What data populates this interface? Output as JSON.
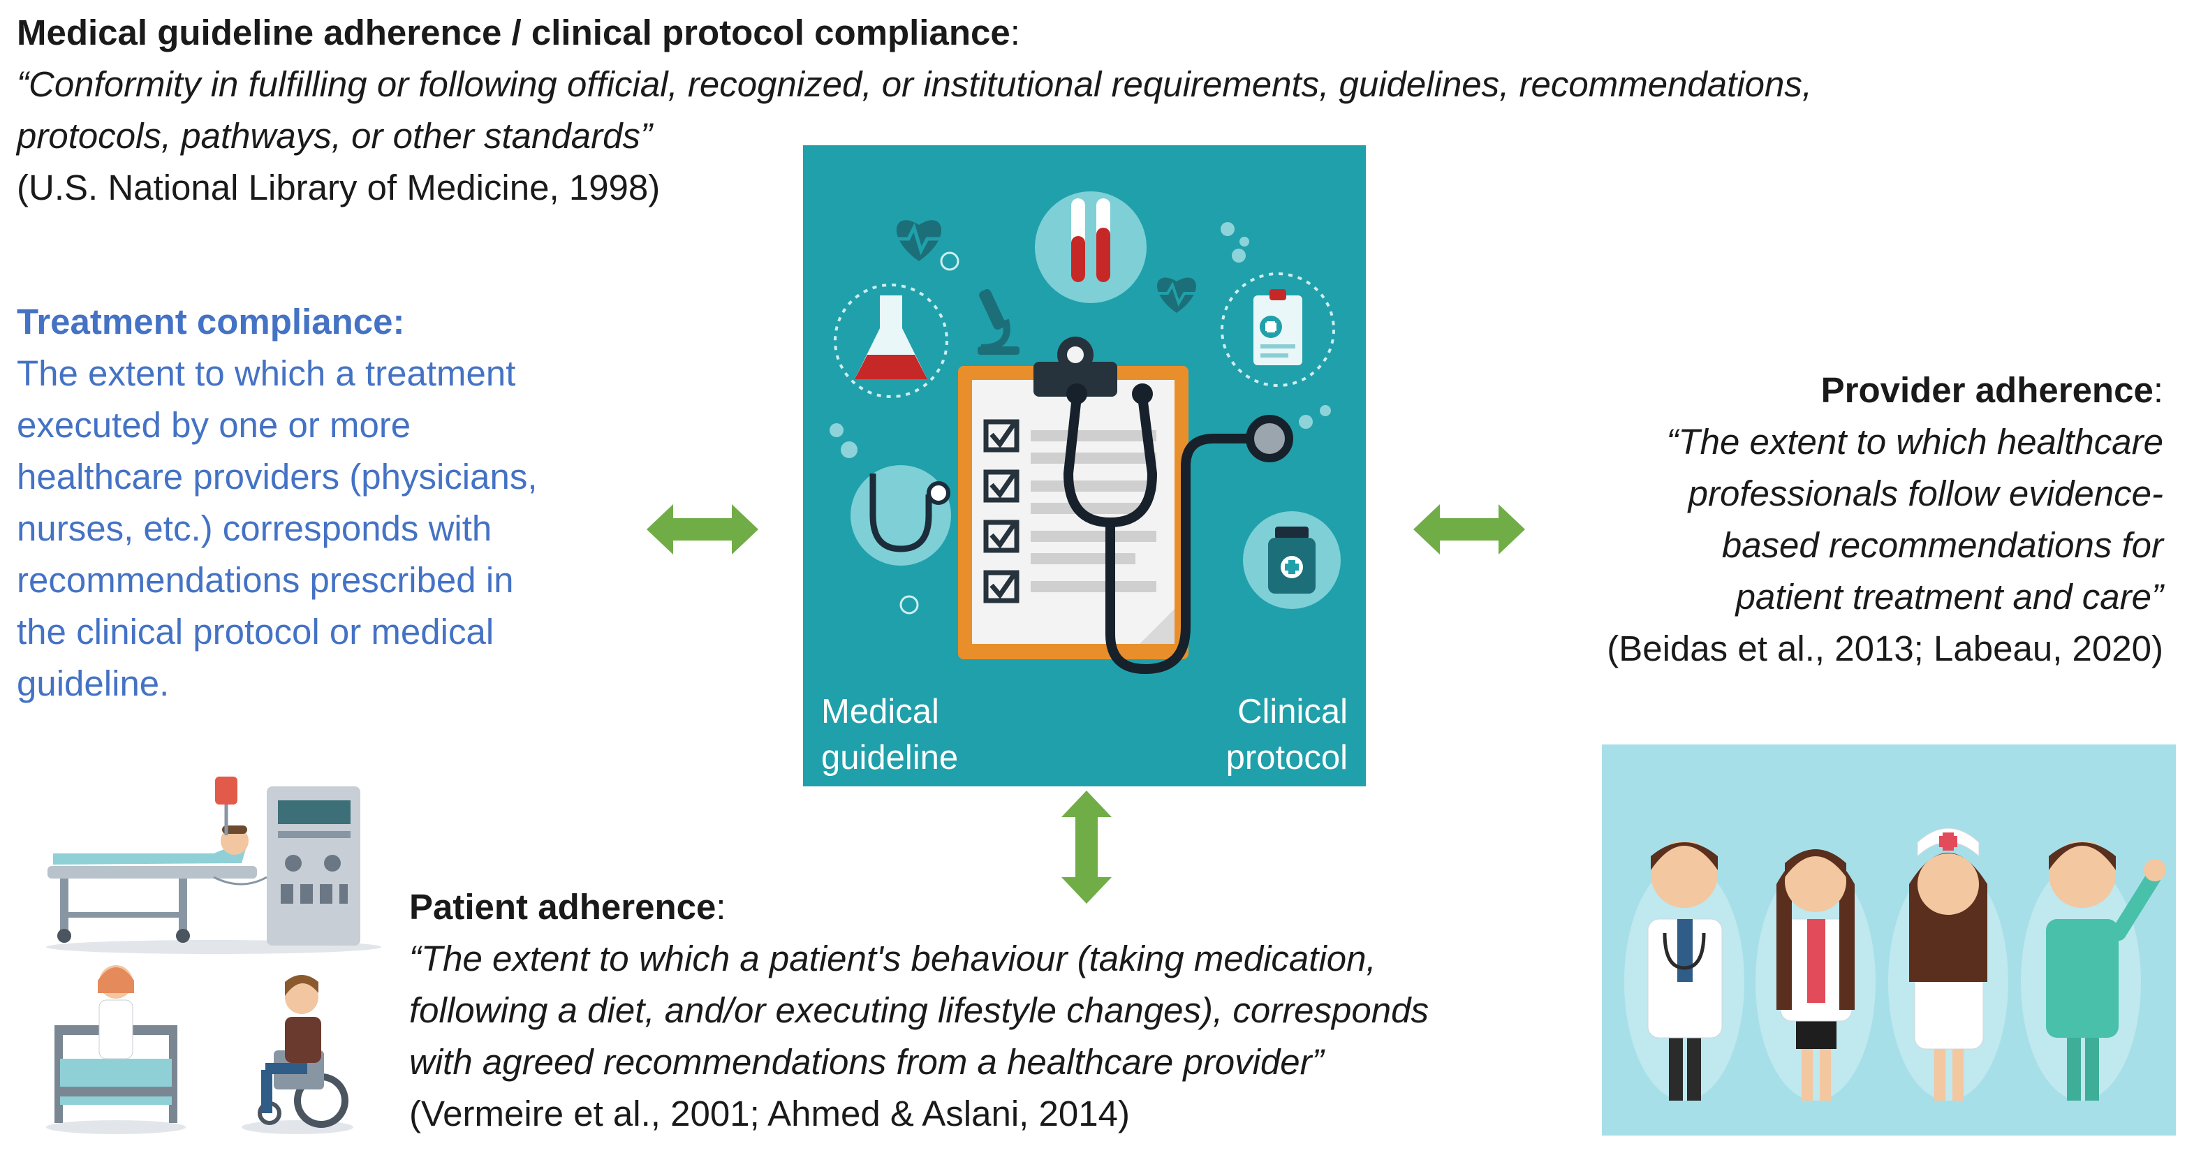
{
  "top": {
    "heading": "Medical guideline adherence / clinical protocol compliance",
    "heading_colon": ":",
    "quote_line1": "“Conformity in fulfilling or following official, recognized, or institutional requirements, guidelines, recommendations,",
    "quote_line2": "protocols, pathways, or other standards”",
    "citation": "(U.S. National Library of Medicine, 1998)"
  },
  "treatment": {
    "heading": "Treatment compliance:",
    "lines": [
      "The extent to which a treatment",
      "executed by one or more",
      "healthcare providers (physicians,",
      "nurses, etc.) corresponds with",
      "recommendations prescribed in",
      "the clinical protocol or medical",
      "guideline."
    ]
  },
  "center": {
    "caption_left": [
      "Medical",
      "guideline"
    ],
    "caption_right": [
      "Clinical",
      "protocol"
    ]
  },
  "provider": {
    "heading": "Provider adherence",
    "heading_colon": ":",
    "quote": [
      "“The extent to which healthcare",
      "professionals follow evidence-",
      "based recommendations for",
      "patient treatment and care”"
    ],
    "citation": "(Beidas et al., 2013; Labeau, 2020)"
  },
  "patient": {
    "heading": "Patient adherence",
    "heading_colon": ":",
    "quote": [
      "“The extent to which a patient's behaviour (taking medication,",
      "following a diet, and/or executing lifestyle changes), corresponds",
      "with agreed recommendations from a healthcare provider”"
    ],
    "citation": "(Vermeire et al., 2001; Ahmed & Aslani, 2014)"
  },
  "colors": {
    "blue_text": "#4472c4",
    "panel_teal": "#20a0aa",
    "arrow_green": "#70ad47",
    "staff_bg": "#a7dfe9"
  },
  "icons": [
    "heart-icon",
    "test-tubes-icon",
    "flask-icon",
    "microscope-icon",
    "document-icon",
    "stethoscope-icon",
    "clipboard-icon",
    "medicine-bottle-icon",
    "double-arrow-icon"
  ]
}
